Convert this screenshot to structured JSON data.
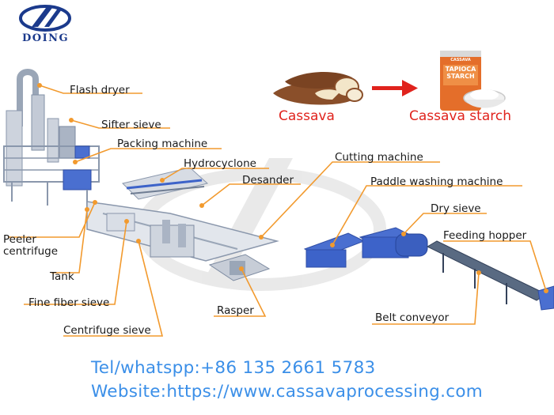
{
  "brand": {
    "name": "DOING"
  },
  "products": {
    "raw": "Cassava",
    "result": "Cassava starch",
    "bag_brand": "CASSAVA",
    "bag_title": "TAPIOCA STARCH"
  },
  "labels": {
    "flash_dryer": "Flash dryer",
    "sifter_sieve": "Sifter sieve",
    "packing_machine": "Packing machine",
    "hydrocyclone": "Hydrocyclone",
    "desander": "Desander",
    "cutting_machine": "Cutting machine",
    "paddle_washing_machine": "Paddle washing machine",
    "dry_sieve": "Dry sieve",
    "feeding_hopper": "Feeding hopper",
    "peeler_centrifuge": "Peeler centrifuge",
    "tank": "Tank",
    "fine_fiber_sieve": "Fine fiber sieve",
    "centrifuge_sieve": "Centrifuge sieve",
    "rasper": "Rasper",
    "belt_conveyor": "Belt conveyor"
  },
  "contact": {
    "phone": "Tel/whatspp:+86 135 2661 5783",
    "website": "Website:https://www.cassavaprocessing.com"
  },
  "colors": {
    "leader": "#f29a2e",
    "accent_red": "#e0231d",
    "contact_blue": "#3b8fe8",
    "machine_blue": "#3d63c9",
    "logo_blue": "#1b3a8c"
  }
}
